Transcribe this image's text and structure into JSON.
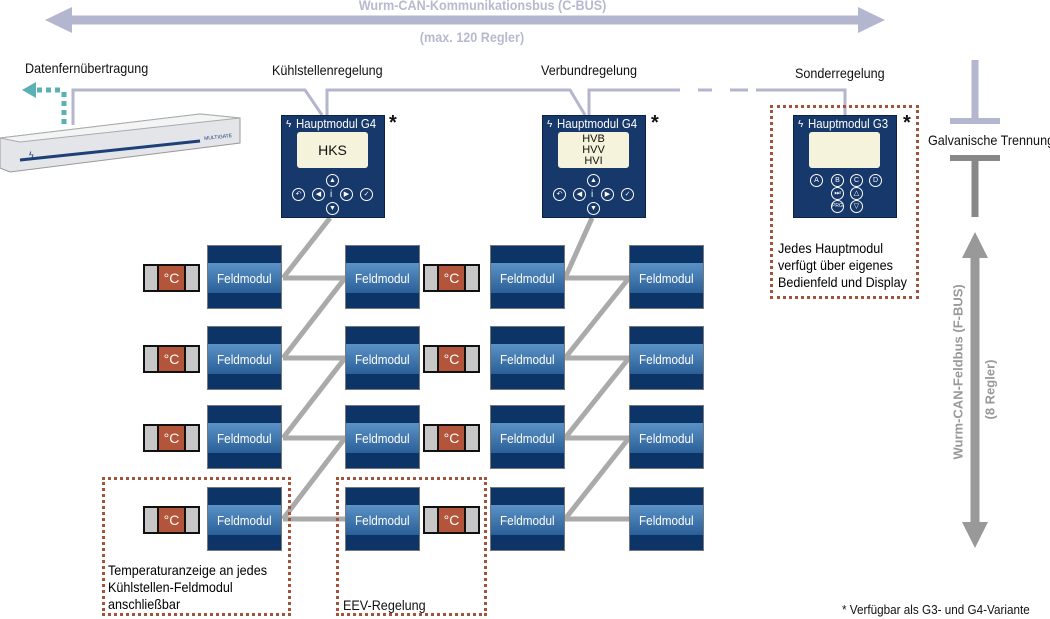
{
  "c_bus": {
    "title": "Wurm-CAN-Kommunikationsbus (C-BUS)",
    "subtitle": "(max. 120 Regler)",
    "color": "#b4b6cf"
  },
  "labels": {
    "remote": "Datenfernübertragung",
    "cooling": "Kühlstellenregelung",
    "compound": "Verbundregelung",
    "special": "Sonderregelung",
    "galvanic": "Galvanische Trennung"
  },
  "gateway": {
    "label": "MULTIGATE"
  },
  "main_modules": [
    {
      "title": "Hauptmodul G4",
      "display": [
        "HKS"
      ],
      "star": "*"
    },
    {
      "title": "Hauptmodul G4",
      "display": [
        "HVB",
        "HVV",
        "HVI"
      ],
      "star": "*"
    },
    {
      "title": "Hauptmodul G3",
      "display": [],
      "star": "*"
    }
  ],
  "g4_keys": {
    "up": "▲",
    "down": "▼",
    "left": "◀",
    "right": "▶",
    "info": "i",
    "back": "↶",
    "ok": "✓"
  },
  "g3_keys": {
    "a": "A",
    "b": "B",
    "c": "C",
    "d": "D",
    "skip": "⏭",
    "up": "△",
    "prg": "PRG",
    "down": "▽"
  },
  "field_module_label": "Feldmodul",
  "temp_label": "°C",
  "notes": {
    "g3": [
      "Jedes Hauptmodul",
      "verfügt über eigenes",
      "Bedienfeld und Display"
    ],
    "temp": [
      "Temperaturanzeige an jedes",
      "Kühlstellen-Feldmodul",
      "anschließbar"
    ],
    "eev": "EEV-Regelung",
    "footnote": "* Verfügbar als G3- und G4-Variante"
  },
  "f_bus": {
    "title": "Wurm-CAN-Feldbus (F-BUS)",
    "subtitle": "(8 Regler)",
    "color": "#999999"
  },
  "colors": {
    "module_blue": "#17386a",
    "temp_sensor": "#b2553b",
    "remote_arrow": "#5bb0b5",
    "annotation_dots": "#a4533b",
    "connection": "#aaaaaa"
  }
}
